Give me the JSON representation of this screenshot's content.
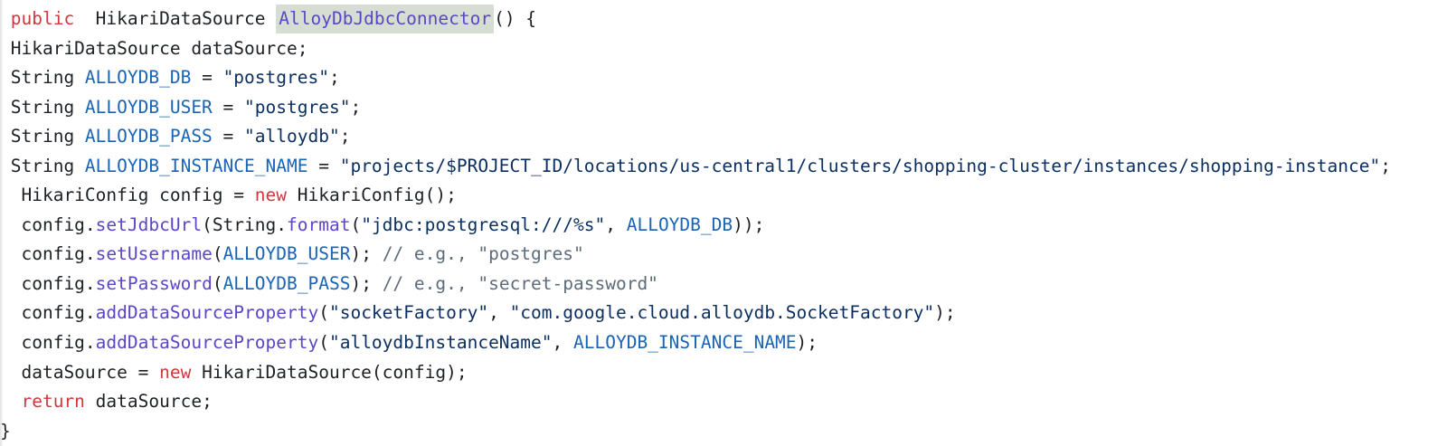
{
  "code_block": {
    "palette": {
      "plain": "#1d2125",
      "keyword": "#d0383e",
      "function": "#5a46c8",
      "constant": "#1a63b5",
      "string": "#0b2f61",
      "comment": "#5d6b7a",
      "highlight_bg": "#d6ddd2",
      "background": "#ffffff"
    },
    "highlighted_token": "AlloyDbJdbcConnector",
    "lines": [
      [
        {
          "text": " ",
          "style": "plain"
        },
        {
          "text": "public",
          "style": "keyword"
        },
        {
          "text": "  HikariDataSource ",
          "style": "plain"
        },
        {
          "text": "AlloyDbJdbcConnector",
          "style": "function",
          "highlight": true
        },
        {
          "text": "() {",
          "style": "plain"
        }
      ],
      [
        {
          "text": " HikariDataSource dataSource;",
          "style": "plain"
        }
      ],
      [
        {
          "text": " String ",
          "style": "plain"
        },
        {
          "text": "ALLOYDB_DB",
          "style": "constant"
        },
        {
          "text": " = ",
          "style": "plain"
        },
        {
          "text": "\"postgres\"",
          "style": "string"
        },
        {
          "text": ";",
          "style": "plain"
        }
      ],
      [
        {
          "text": " String ",
          "style": "plain"
        },
        {
          "text": "ALLOYDB_USER",
          "style": "constant"
        },
        {
          "text": " = ",
          "style": "plain"
        },
        {
          "text": "\"postgres\"",
          "style": "string"
        },
        {
          "text": ";",
          "style": "plain"
        }
      ],
      [
        {
          "text": " String ",
          "style": "plain"
        },
        {
          "text": "ALLOYDB_PASS",
          "style": "constant"
        },
        {
          "text": " = ",
          "style": "plain"
        },
        {
          "text": "\"alloydb\"",
          "style": "string"
        },
        {
          "text": ";",
          "style": "plain"
        }
      ],
      [
        {
          "text": " String ",
          "style": "plain"
        },
        {
          "text": "ALLOYDB_INSTANCE_NAME",
          "style": "constant"
        },
        {
          "text": " = ",
          "style": "plain"
        },
        {
          "text": "\"projects/$PROJECT_ID/locations/us-central1/clusters/shopping-cluster/instances/shopping-instance\"",
          "style": "string"
        },
        {
          "text": ";",
          "style": "plain"
        }
      ],
      [
        {
          "text": "  HikariConfig config = ",
          "style": "plain"
        },
        {
          "text": "new",
          "style": "keyword"
        },
        {
          "text": " HikariConfig();",
          "style": "plain"
        }
      ],
      [
        {
          "text": "  config.",
          "style": "plain"
        },
        {
          "text": "setJdbcUrl",
          "style": "function"
        },
        {
          "text": "(String.",
          "style": "plain"
        },
        {
          "text": "format",
          "style": "function"
        },
        {
          "text": "(",
          "style": "plain"
        },
        {
          "text": "\"jdbc:postgresql:///%s\"",
          "style": "string"
        },
        {
          "text": ", ",
          "style": "plain"
        },
        {
          "text": "ALLOYDB_DB",
          "style": "constant"
        },
        {
          "text": "));",
          "style": "plain"
        }
      ],
      [
        {
          "text": "  config.",
          "style": "plain"
        },
        {
          "text": "setUsername",
          "style": "function"
        },
        {
          "text": "(",
          "style": "plain"
        },
        {
          "text": "ALLOYDB_USER",
          "style": "constant"
        },
        {
          "text": "); ",
          "style": "plain"
        },
        {
          "text": "// e.g., \"postgres\"",
          "style": "comment"
        }
      ],
      [
        {
          "text": "  config.",
          "style": "plain"
        },
        {
          "text": "setPassword",
          "style": "function"
        },
        {
          "text": "(",
          "style": "plain"
        },
        {
          "text": "ALLOYDB_PASS",
          "style": "constant"
        },
        {
          "text": "); ",
          "style": "plain"
        },
        {
          "text": "// e.g., \"secret-password\"",
          "style": "comment"
        }
      ],
      [
        {
          "text": "  config.",
          "style": "plain"
        },
        {
          "text": "addDataSourceProperty",
          "style": "function"
        },
        {
          "text": "(",
          "style": "plain"
        },
        {
          "text": "\"socketFactory\"",
          "style": "string"
        },
        {
          "text": ", ",
          "style": "plain"
        },
        {
          "text": "\"com.google.cloud.alloydb.SocketFactory\"",
          "style": "string"
        },
        {
          "text": ");",
          "style": "plain"
        }
      ],
      [
        {
          "text": "  config.",
          "style": "plain"
        },
        {
          "text": "addDataSourceProperty",
          "style": "function"
        },
        {
          "text": "(",
          "style": "plain"
        },
        {
          "text": "\"alloydbInstanceName\"",
          "style": "string"
        },
        {
          "text": ", ",
          "style": "plain"
        },
        {
          "text": "ALLOYDB_INSTANCE_NAME",
          "style": "constant"
        },
        {
          "text": ");",
          "style": "plain"
        }
      ],
      [
        {
          "text": "  dataSource = ",
          "style": "plain"
        },
        {
          "text": "new",
          "style": "keyword"
        },
        {
          "text": " HikariDataSource(config);",
          "style": "plain"
        }
      ],
      [
        {
          "text": "  ",
          "style": "plain"
        },
        {
          "text": "return",
          "style": "keyword"
        },
        {
          "text": " dataSource;",
          "style": "plain"
        }
      ],
      [
        {
          "text": "}",
          "style": "plain"
        }
      ]
    ]
  }
}
